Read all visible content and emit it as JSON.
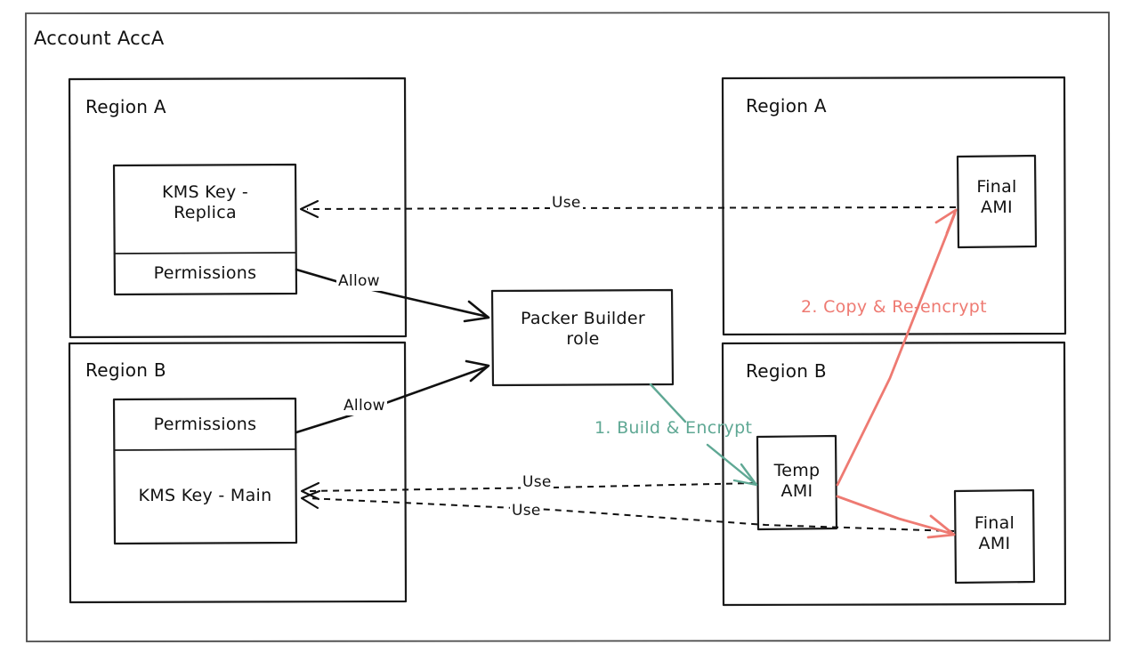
{
  "diagram": {
    "title": "Account AccA",
    "type": "aws-ami-encryption-architecture",
    "colors": {
      "stroke": "#111111",
      "frame": "#4a4a4a",
      "step1_green": "#5fa894",
      "step2_red": "#ee7a72",
      "background": "#ffffff"
    }
  },
  "left_group": {
    "regions": [
      {
        "label": "Region A",
        "components": [
          {
            "label": "KMS Key -\nReplica",
            "kind": "kms-key"
          },
          {
            "label": "Permissions",
            "kind": "permissions"
          }
        ]
      },
      {
        "label": "Region B",
        "components": [
          {
            "label": "Permissions",
            "kind": "permissions"
          },
          {
            "label": "KMS Key - Main",
            "kind": "kms-key"
          }
        ]
      }
    ]
  },
  "center": {
    "role_box": {
      "label": "Packer Builder\nrole",
      "kind": "iam-role"
    }
  },
  "right_group": {
    "regions": [
      {
        "label": "Region A",
        "components": [
          {
            "label": "Final\nAMI",
            "kind": "ami"
          }
        ]
      },
      {
        "label": "Region B",
        "components": [
          {
            "label": "Temp\nAMI",
            "kind": "ami"
          },
          {
            "label": "Final\nAMI",
            "kind": "ami"
          }
        ]
      }
    ]
  },
  "edges": {
    "allow_region_a": "Allow",
    "allow_region_b": "Allow",
    "use_top": "Use",
    "use_middle": "Use",
    "use_bottom": "Use"
  },
  "steps": [
    {
      "id": "step-1",
      "label": "1. Build & Encrypt",
      "color": "#5fa894"
    },
    {
      "id": "step-2",
      "label": "2. Copy & Re-encrypt",
      "color": "#ee7a72"
    }
  ]
}
